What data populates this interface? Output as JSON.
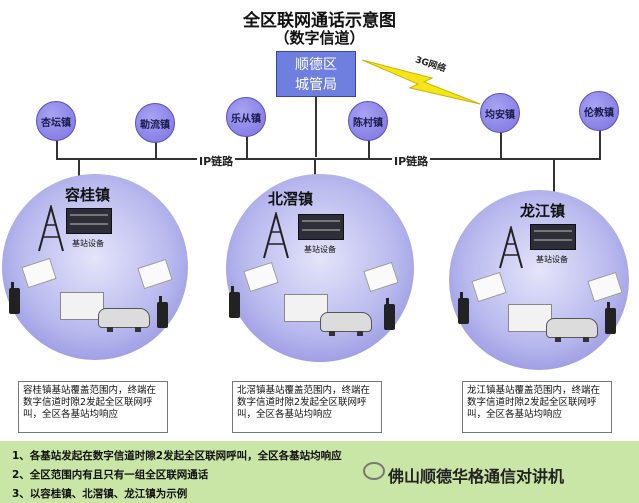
{
  "title": "全区联网通话示意图",
  "subtitle": "（数字信道）",
  "hq": {
    "line1": "顺德区",
    "line2": "城管局"
  },
  "network_label": "3G网络",
  "ip_label": "IP链路",
  "towns": [
    "杏坛镇",
    "勒流镇",
    "乐从镇",
    "陈村镇",
    "均安镇",
    "伦教镇"
  ],
  "station_equip_label": "基站设备",
  "stations": [
    {
      "name": "容桂镇",
      "desc": "容桂镇基站覆盖范围内，终端在数字信道时隙2发起全区联网呼叫，全区各基站均响应"
    },
    {
      "name": "北滘镇",
      "desc": "北滘镇基站覆盖范围内，终端在数字信道时隙2发起全区联网呼叫，全区各基站均响应"
    },
    {
      "name": "龙江镇",
      "desc": "龙江镇基站覆盖范围内，终端在数字信道时隙2发起全区联网呼叫，全区各基站均响应"
    }
  ],
  "notes": [
    "1、各基站发起在数字信道时隙2发起全区联网呼叫，全区各基站均响应",
    "2、全区范围内有且只有一组全区联网通话",
    "3、以容桂镇、北滘镇、龙江镇为示例"
  ],
  "brand": "佛山顺德华格通信对讲机",
  "colors": {
    "hq": "#6f7fe0",
    "town": "#7b72df",
    "circle": "#b8b8ee",
    "footer": "#c9e6a6",
    "lightning": "#f4e51b"
  }
}
